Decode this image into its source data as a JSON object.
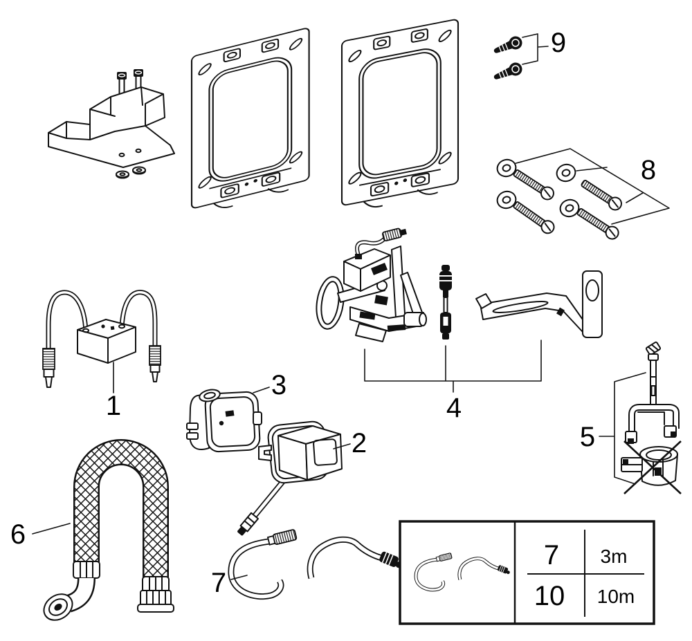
{
  "parts": {
    "p1": {
      "label": "1",
      "name": "junction-box-with-two-cables"
    },
    "p2": {
      "label": "2",
      "name": "solenoid-valve-unit"
    },
    "p3": {
      "label": "3",
      "name": "sensor-housing"
    },
    "p4": {
      "label": "4",
      "name": "servo-valve-assembly-set"
    },
    "p5": {
      "label": "5",
      "name": "actuator-rod-with-bracket"
    },
    "p6": {
      "label": "6",
      "name": "braided-connection-hose"
    },
    "p7": {
      "label": "7",
      "name": "connection-cable"
    },
    "p8": {
      "label": "8",
      "name": "mounting-screws-and-washers"
    },
    "p9": {
      "label": "9",
      "name": "fixing-screws"
    }
  },
  "size_table": {
    "rows": [
      {
        "part": "7",
        "length": "3m"
      },
      {
        "part": "10",
        "length": "10m"
      }
    ]
  }
}
